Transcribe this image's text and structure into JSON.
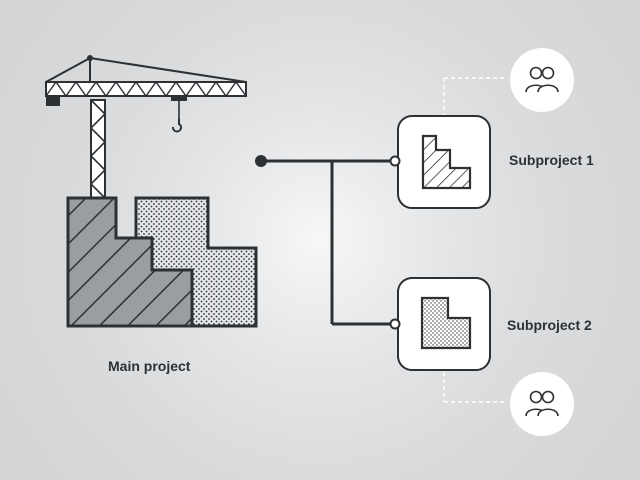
{
  "diagram": {
    "main_project_label": "Main project",
    "subprojects": [
      {
        "label": "Subproject 1"
      },
      {
        "label": "Subproject 2"
      }
    ]
  },
  "colors": {
    "stroke": "#2e3134",
    "hatch_fill": "#9a9ea2",
    "dotted_fill": "#e4e6e8",
    "card_fill": "#ffffff"
  },
  "icons": [
    "crane-icon",
    "building-hatched-icon",
    "building-dotted-icon",
    "users-icon"
  ]
}
